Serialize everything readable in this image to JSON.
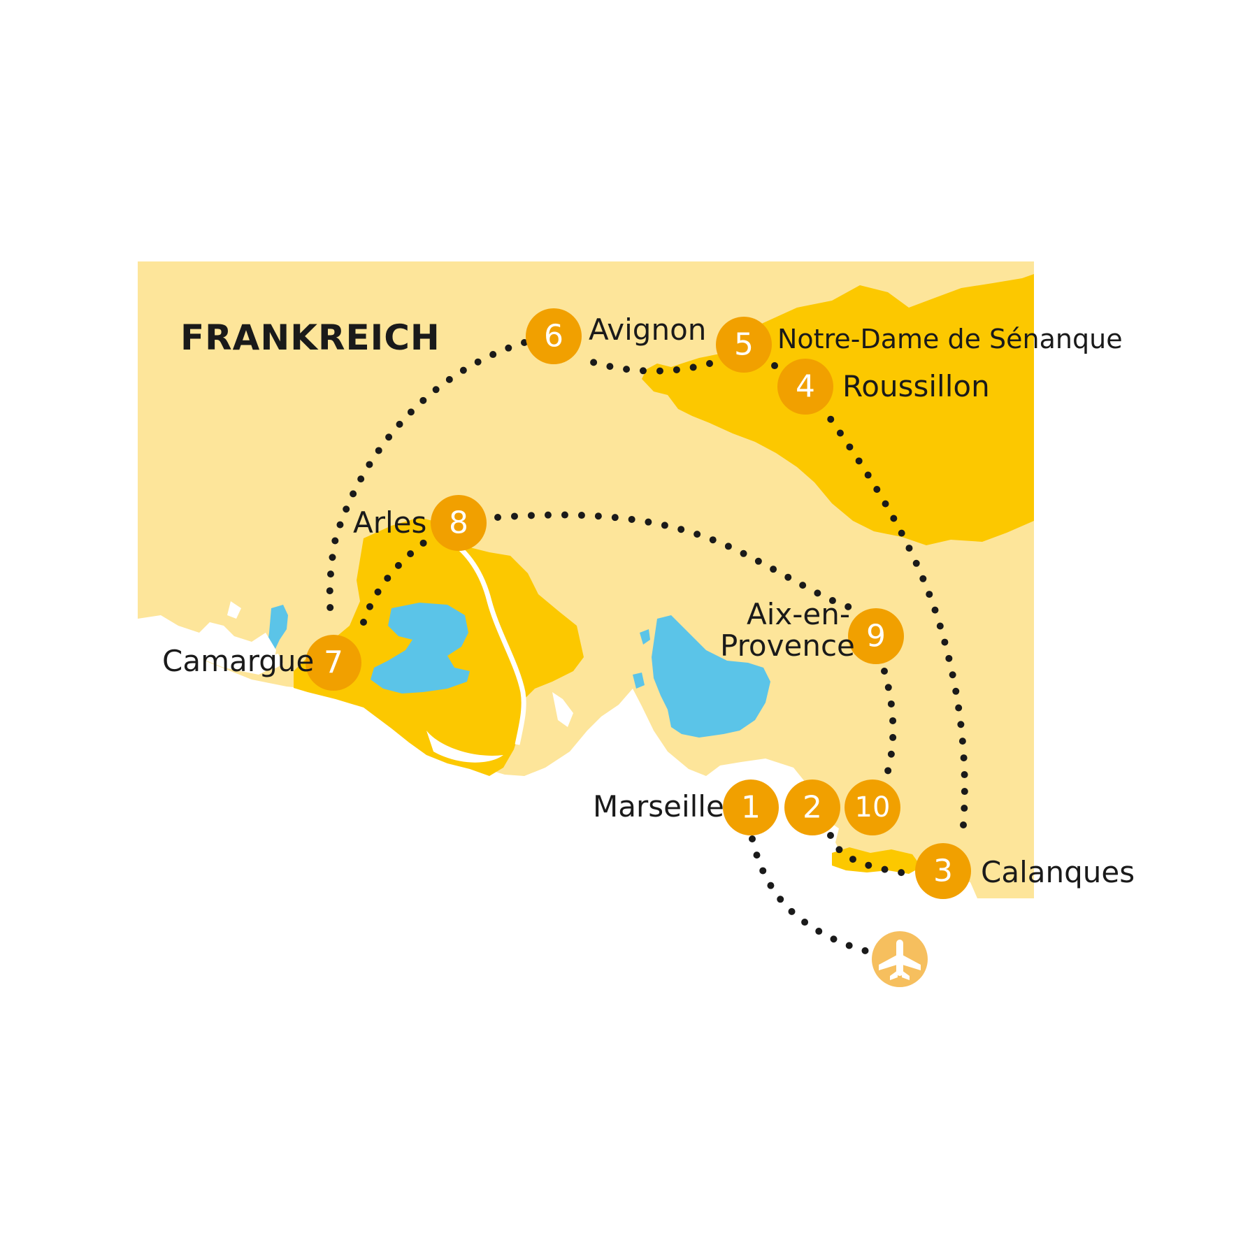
{
  "map": {
    "country_label": "FRANKREICH",
    "colors": {
      "land": "#fde59a",
      "highlight": "#fcc800",
      "water": "#5bc4e8",
      "marker": "#f1a000",
      "airport": "#f6bf5e",
      "route": "#1a1a1a"
    },
    "stops": [
      {
        "number": "1",
        "name": "Marseille"
      },
      {
        "number": "2",
        "name": ""
      },
      {
        "number": "3",
        "name": "Calanques"
      },
      {
        "number": "4",
        "name": "Roussillon"
      },
      {
        "number": "5",
        "name": "Notre-Dame de Sénanque"
      },
      {
        "number": "6",
        "name": "Avignon"
      },
      {
        "number": "7",
        "name": "Camargue"
      },
      {
        "number": "8",
        "name": "Arles"
      },
      {
        "number": "9",
        "name": "Aix-en-",
        "name_line2": "Provence"
      },
      {
        "number": "10",
        "name": ""
      }
    ],
    "airport_icon": "airplane-icon"
  }
}
